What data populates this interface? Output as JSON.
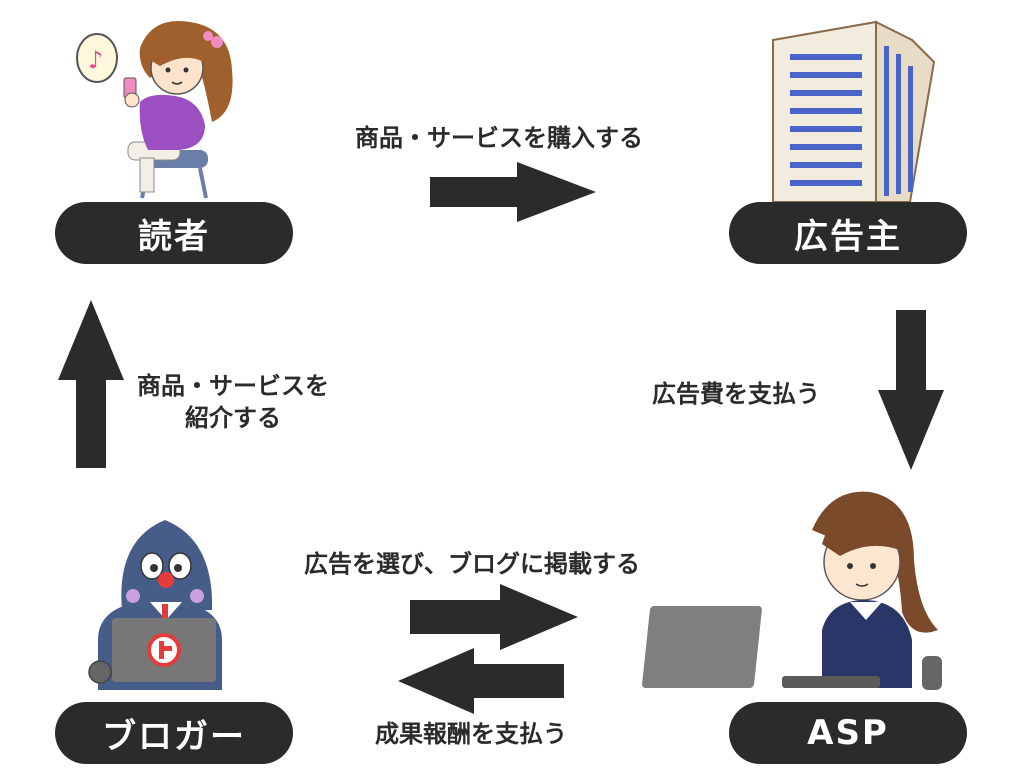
{
  "nodes": {
    "reader": "読者",
    "advertiser": "広告主",
    "asp": "ASP",
    "blogger": "ブロガー"
  },
  "edges": {
    "reader_to_advertiser": "商品・サービスを購入する",
    "advertiser_to_asp": "広告費を支払う",
    "blogger_to_asp": "広告を選び、ブログに掲載する",
    "asp_to_blogger": "成果報酬を支払う",
    "blogger_to_reader_line1": "商品・サービスを",
    "blogger_to_reader_line2": "紹介する"
  },
  "colors": {
    "pill": "#2b2b2b",
    "arrow": "#2b2b2b",
    "text": "#2b2b2b"
  }
}
